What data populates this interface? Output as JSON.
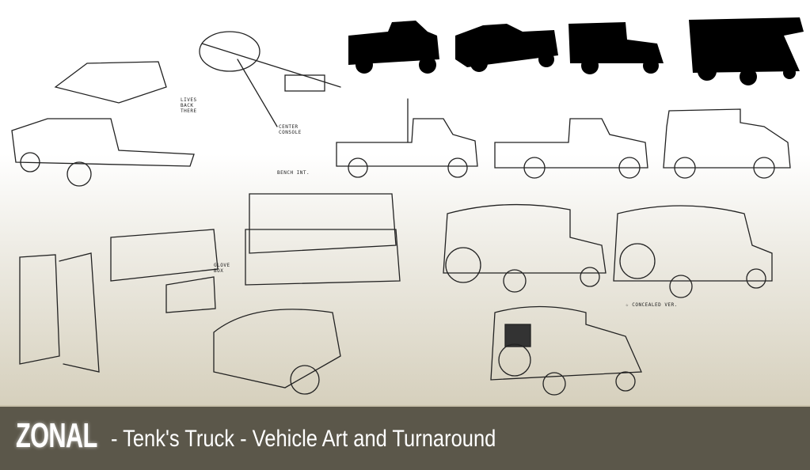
{
  "banner": {
    "logo": "ZONAL",
    "title": "- Tenk's Truck - Vehicle Art and Turnaround"
  },
  "annotations": {
    "lives_back_there": "LIVES BACK THERE",
    "center_console": "CENTER CONSOLE",
    "bench_int": "BENCH INT.",
    "glove_box": "GLOVE BOX",
    "concealed_ver": "☆ CONCEALED VER."
  }
}
